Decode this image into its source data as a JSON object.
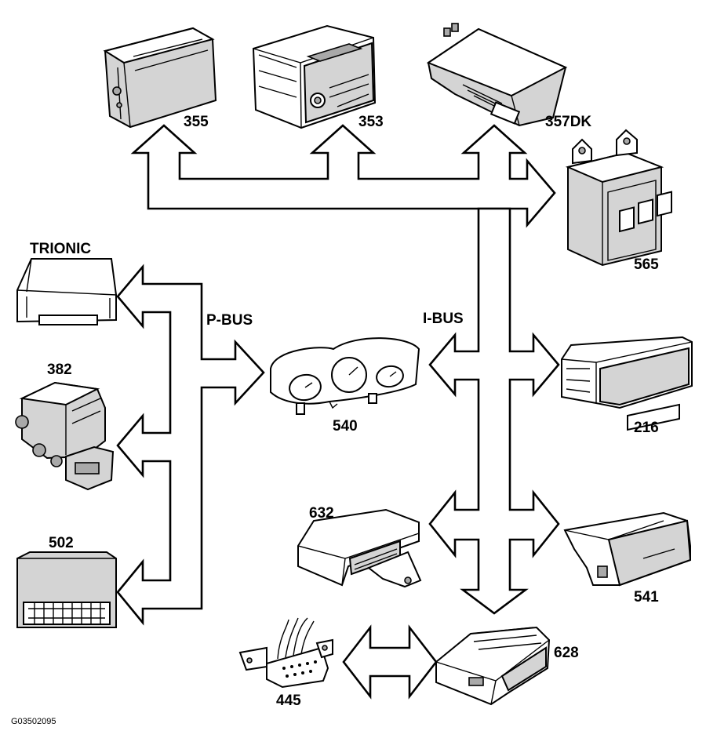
{
  "figure_code": "G03502095",
  "buses": {
    "p_bus": "P-BUS",
    "i_bus": "I-BUS"
  },
  "components": {
    "trionic": "TRIONIC",
    "c382": "382",
    "c502": "502",
    "c355": "355",
    "c353": "353",
    "c357dk": "357DK",
    "c565": "565",
    "c540": "540",
    "c216": "216",
    "c632": "632",
    "c541": "541",
    "c628": "628",
    "c445": "445"
  },
  "colors": {
    "device_fill": "#d4d4d4",
    "device_light": "#ffffff",
    "device_dark": "#a9a9a9",
    "arrow_fill": "#ffffff",
    "stroke": "#000000"
  }
}
